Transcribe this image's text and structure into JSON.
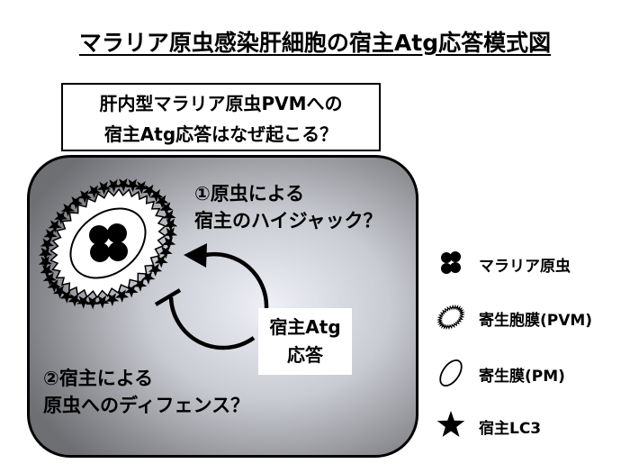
{
  "title": "マラリア原虫感染肝細胞の宿主Atg応答模式図",
  "question": {
    "line1": "肝内型マラリア原虫PVMへの",
    "line2": "宿主Atg応答はなぜ起こる？"
  },
  "hypothesis1": {
    "line1": "①原虫による",
    "line2": "宿主のハイジャック？"
  },
  "hypothesis2": {
    "line1": "②宿主による",
    "line2": "原虫へのディフェンス？"
  },
  "center_box": {
    "line1": "宿主Atg",
    "line2": "応答"
  },
  "legend": [
    {
      "icon": "parasite-icon",
      "label": "マラリア原虫"
    },
    {
      "icon": "pvm-icon",
      "label": "寄生胞膜(PVM)"
    },
    {
      "icon": "pm-icon",
      "label": "寄生膜(PM)"
    },
    {
      "icon": "star-icon",
      "label": "宿主LC3"
    }
  ]
}
